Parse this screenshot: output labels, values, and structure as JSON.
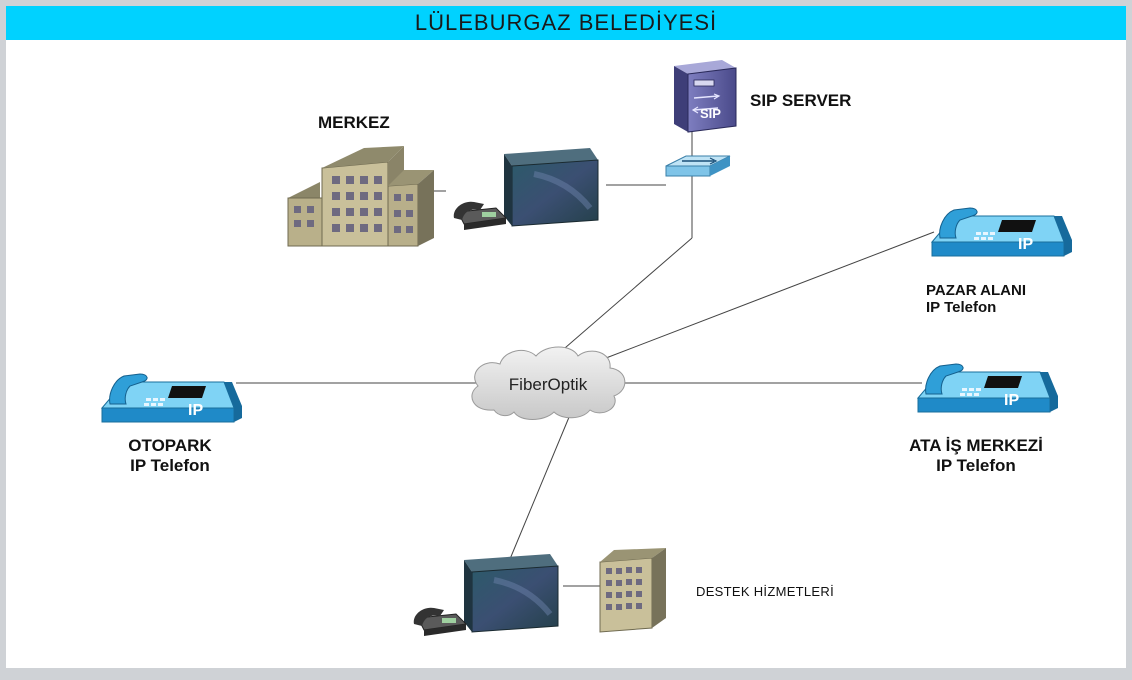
{
  "title": "LÜLEBURGAZ BELEDİYESİ",
  "nodes": {
    "merkez": "MERKEZ",
    "sip_server": "SIP SERVER",
    "sip_badge": "SIP",
    "cloud": "FiberOptik",
    "otopark_line1": "OTOPARK",
    "otopark_line2": "IP Telefon",
    "pazar_line1": "PAZAR ALANI",
    "pazar_line2": "IP Telefon",
    "ata_line1": "ATA İŞ MERKEZİ",
    "ata_line2": "IP Telefon",
    "destek": "DESTEK HİZMETLERİ",
    "ip_badge": "IP"
  },
  "colors": {
    "title_bar": "#00d2ff",
    "ip_phone": "#2f9fd8",
    "server": "#5a5a9a",
    "cloud": "#e0e0e0"
  }
}
